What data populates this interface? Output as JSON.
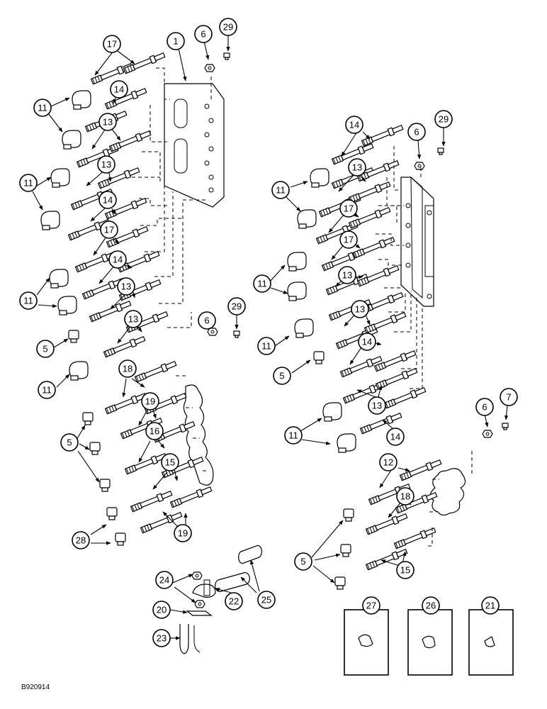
{
  "drawing_number": "B920914",
  "callouts": {
    "c1": "1",
    "c5": "5",
    "c6": "6",
    "c7": "7",
    "c11": "11",
    "c12": "12",
    "c13": "13",
    "c14": "14",
    "c15": "15",
    "c16": "16",
    "c17": "17",
    "c18": "18",
    "c19": "19",
    "c20": "20",
    "c21": "21",
    "c22": "22",
    "c23": "23",
    "c24": "24",
    "c25": "25",
    "c26": "26",
    "c27": "27",
    "c28": "28",
    "c29": "29"
  }
}
